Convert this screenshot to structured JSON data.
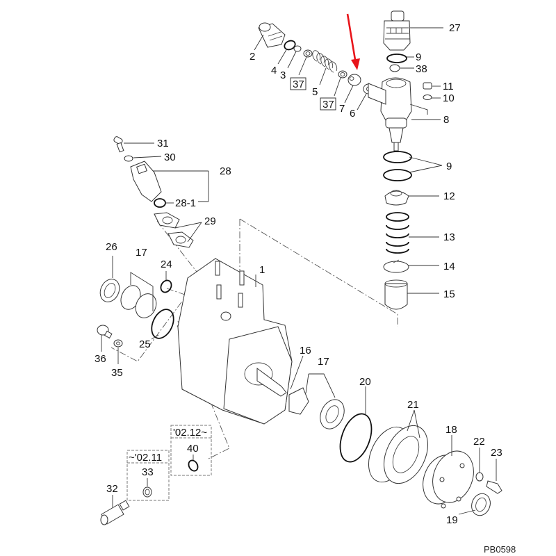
{
  "diagram": {
    "title": "Fuel injection pump exploded parts diagram",
    "drawing_code": "PB0598",
    "highlight_arrow_color": "#e8141a",
    "highlight_target": "7",
    "labels": {
      "p1": "1",
      "p2": "2",
      "p3": "3",
      "p4": "4",
      "p5": "5",
      "p6": "6",
      "p7": "7",
      "p8": "8",
      "p9a": "9",
      "p9b": "9",
      "p10": "10",
      "p11": "11",
      "p12": "12",
      "p13": "13",
      "p14": "14",
      "p15": "15",
      "p16": "16",
      "p17a": "17",
      "p17b": "17",
      "p18": "18",
      "p19": "19",
      "p20": "20",
      "p21": "21",
      "p22": "22",
      "p23": "23",
      "p24": "24",
      "p25": "25",
      "p26": "26",
      "p27": "27",
      "p28": "28",
      "p28_1": "28-1",
      "p29": "29",
      "p30": "30",
      "p31": "31",
      "p32": "32",
      "p33": "33",
      "p35": "35",
      "p36": "36",
      "p37a": "37",
      "p37b": "37",
      "p38": "38",
      "p40": "40"
    },
    "serial_ranges": {
      "before": "~'02.11",
      "after": "'02.12~"
    }
  }
}
